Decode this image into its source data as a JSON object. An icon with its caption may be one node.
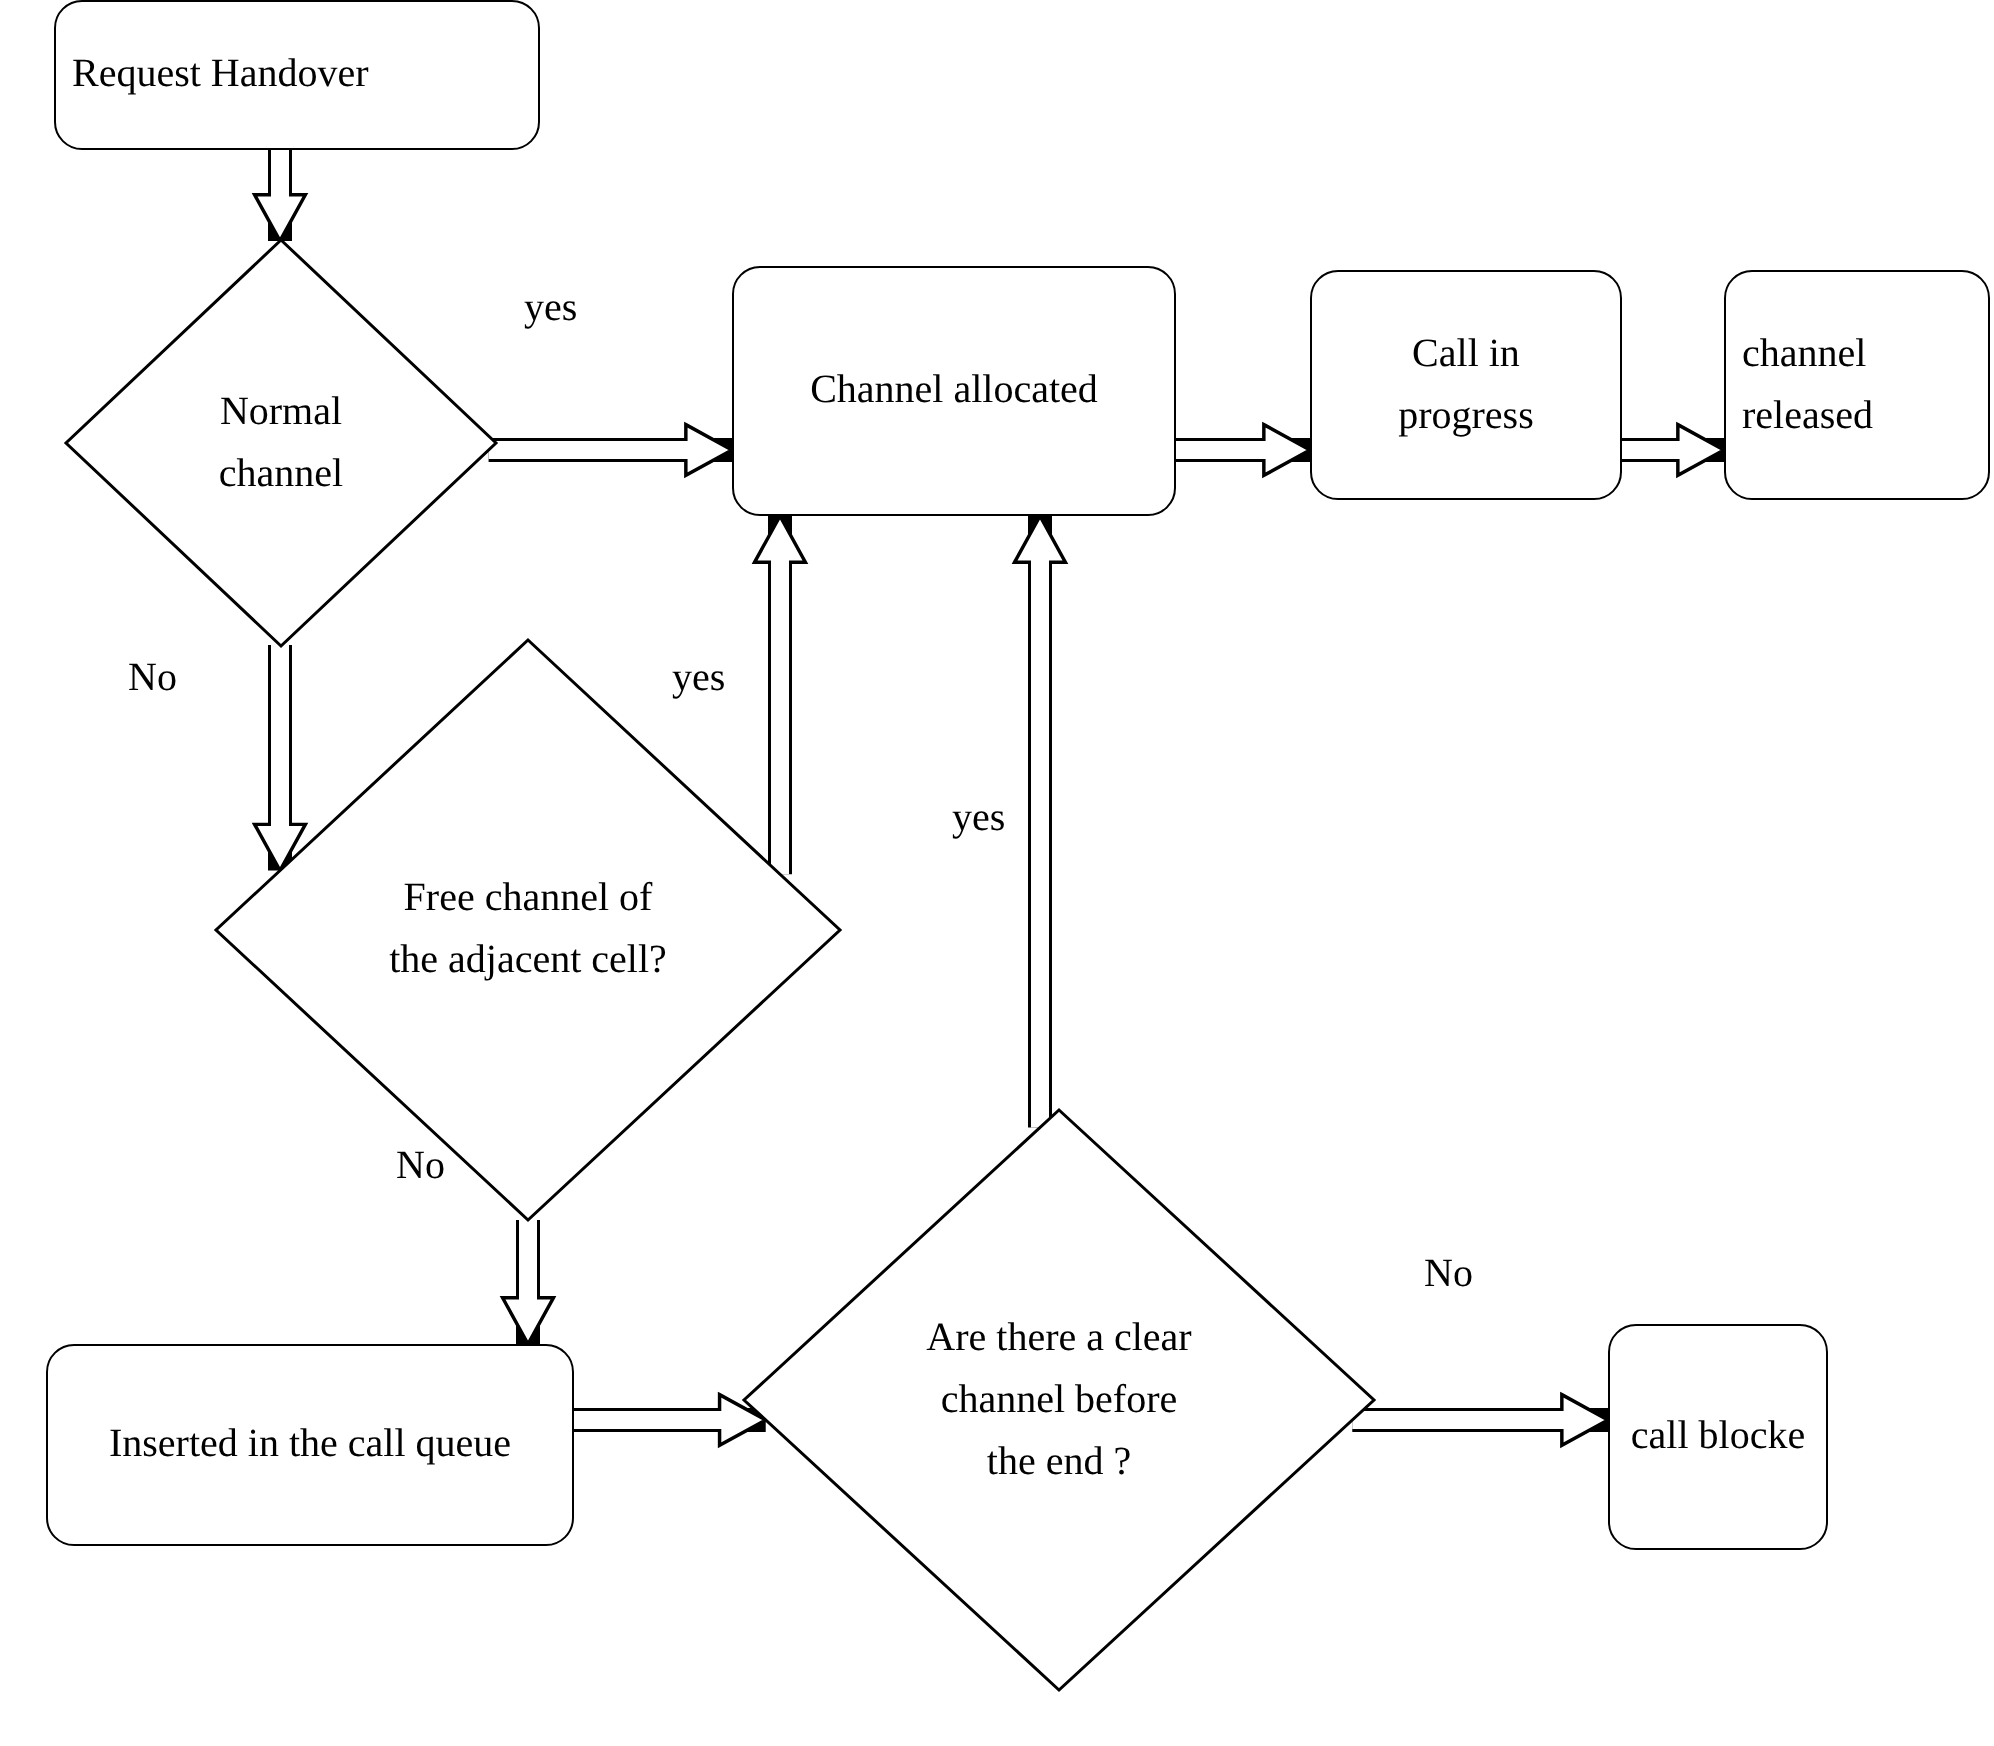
{
  "diagram": {
    "nodes": [
      {
        "text": [
          "Request Handover"
        ]
      },
      {
        "text": [
          "Normal channel"
        ]
      },
      {
        "text": [
          "Channel allocated"
        ]
      },
      {
        "text": [
          "Call in progress"
        ]
      },
      {
        "text": [
          "channel released"
        ]
      },
      {
        "text": [
          "Free channel of the adjacent cell?"
        ]
      },
      {
        "text": [
          "Inserted in the call queue"
        ]
      },
      {
        "text": [
          "Are there a clear channel before the end ?"
        ]
      },
      {
        "text": [
          "call blocke"
        ]
      }
    ],
    "edges": [
      {
        "from": 0,
        "to": 1,
        "arrow": "to"
      },
      {
        "from": 1,
        "to": 2,
        "arrow": "to",
        "label": "yes"
      },
      {
        "from": 1,
        "to": 5,
        "arrow": "to",
        "label": "No"
      },
      {
        "from": 5,
        "to": 2,
        "arrow": "to",
        "label": "yes"
      },
      {
        "from": 5,
        "to": 6,
        "arrow": "to",
        "label": "No"
      },
      {
        "from": 6,
        "to": 7,
        "arrow": "to"
      },
      {
        "from": 7,
        "to": 2,
        "arrow": "to",
        "label": "yes"
      },
      {
        "from": 7,
        "to": 8,
        "arrow": "to",
        "label": "No"
      },
      {
        "from": 2,
        "to": 3,
        "arrow": "to"
      },
      {
        "from": 3,
        "to": 4,
        "arrow": "to"
      }
    ]
  }
}
